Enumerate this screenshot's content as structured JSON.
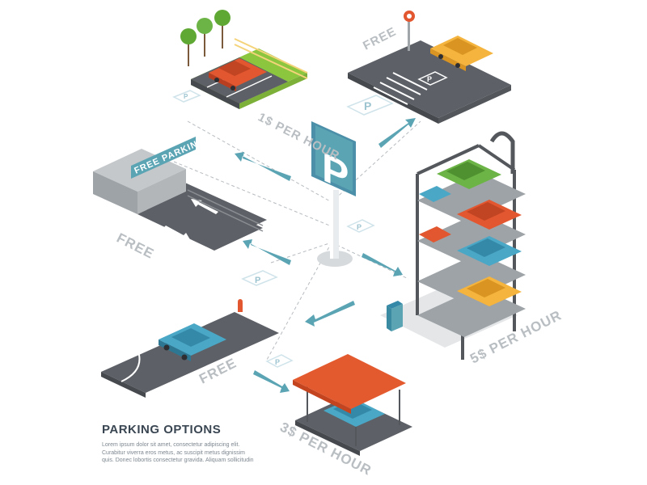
{
  "main_sign": {
    "letter": "P"
  },
  "options": [
    {
      "id": "lot",
      "label": "1$ PER HOUR"
    },
    {
      "id": "ev",
      "label": "FREE"
    },
    {
      "id": "garage",
      "label": "FREE",
      "sign": "FREE PARKING"
    },
    {
      "id": "tower",
      "label": "5$ PER HOUR"
    },
    {
      "id": "street",
      "label": "FREE"
    },
    {
      "id": "canopy",
      "label": "3$ PER HOUR"
    }
  ],
  "caption": {
    "title": "PARKING OPTIONS",
    "body_lines": [
      "Lorem ipsum dolor sit amet, consectetur adipiscing elit.",
      "Curabitur viverra eros metus, ac suscipit metus dignissim",
      "quis. Donec lobortis consectetur gravida. Aliquam sollicitudin"
    ]
  },
  "colors": {
    "asphalt": "#5d6167",
    "grass": "#8cc63f",
    "teal": "#5ba4b4",
    "car_red": "#e2572f",
    "car_yellow": "#f4b43d",
    "car_blue": "#4aa7c6",
    "car_green": "#6cb446",
    "roof_orange": "#e45a2f"
  }
}
